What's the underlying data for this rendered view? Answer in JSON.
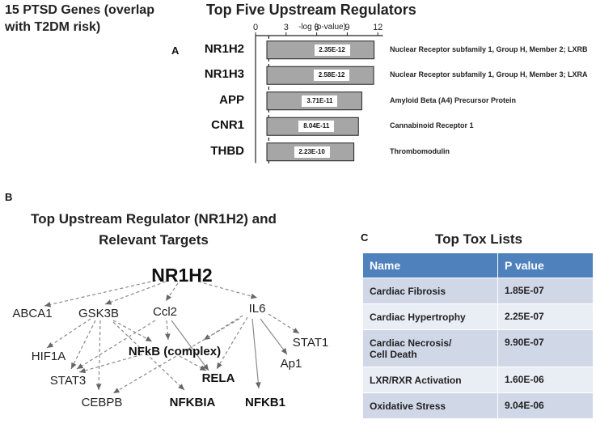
{
  "caption": [
    "15 PTSD Genes (overlap",
    "with T2DM risk)"
  ],
  "panel_a": {
    "letter": "A",
    "title": "Top Five Upstream Regulators",
    "axis_title": "-log (p-value)",
    "ticks": [
      "0",
      "3",
      "6",
      "9",
      "12"
    ],
    "colors": {
      "bar": "#a6a6a6",
      "bar_edge": "#222222"
    }
  },
  "chart_data": {
    "type": "bar",
    "orientation": "horizontal",
    "title": "Top Five Upstream Regulators",
    "xlabel": "-log (p-value)",
    "xlim": [
      0,
      12.5
    ],
    "xticks": [
      0,
      3,
      6,
      9,
      12
    ],
    "threshold_line": 1.3,
    "categories": [
      "NR1H2",
      "NR1H3",
      "APP",
      "CNR1",
      "THBD"
    ],
    "values": [
      11.63,
      11.59,
      10.43,
      10.1,
      9.65
    ],
    "value_labels": [
      "2.35E-12",
      "2.58E-12",
      "3.71E-11",
      "8.04E-11",
      "2.23E-10"
    ],
    "descriptions": [
      "Nuclear Receptor subfamily 1, Group H, Member 2; LXRB",
      "Nuclear Receptor subfamily 1, Group H, Member 3; LXRA",
      "Amyloid Beta (A4) Precursor Protein",
      "Cannabinoid Receptor 1",
      "Thrombomodulin"
    ]
  },
  "panel_b": {
    "letter": "B",
    "title_lines": [
      "Top Upstream Regulator (NR1H2) and",
      "Relevant Targets"
    ],
    "nodes": {
      "nr1h2": "NR1H2",
      "abca1": "ABCA1",
      "gsk3b": "GSK3B",
      "ccl2": "Ccl2",
      "il6": "IL6",
      "hif1a": "HIF1A",
      "nfkb": "NFkB (complex)",
      "stat1": "STAT1",
      "stat3": "STAT3",
      "rela": "RELA",
      "ap1": "Ap1",
      "cebpb": "CEBPB",
      "nfkbia": "NFKBIA",
      "nfkb1": "NFKB1"
    }
  },
  "panel_c": {
    "letter": "C",
    "title": "Top Tox Lists",
    "headers": [
      "Name",
      "P value"
    ],
    "rows": [
      {
        "name": "Cardiac Fibrosis",
        "p": "1.85E-07"
      },
      {
        "name": "Cardiac Hypertrophy",
        "p": "2.25E-07"
      },
      {
        "name": "Cardiac Necrosis/\nCell Death",
        "p": "9.90E-07"
      },
      {
        "name": "LXR/RXR Activation",
        "p": "1.60E-06"
      },
      {
        "name": "Oxidative Stress",
        "p": "9.04E-06"
      }
    ],
    "colors": {
      "header": "#4f81bd",
      "row_a": "#d0d8e8",
      "row_b": "#e9edf4"
    }
  }
}
